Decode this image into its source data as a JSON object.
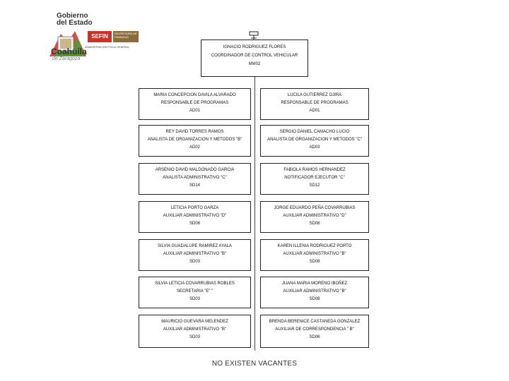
{
  "header": {
    "logo_lines": [
      "Gobierno",
      "del Estado"
    ],
    "sefin": "SEFIN",
    "sefin_sub": "SECRETARÍA DE FINANZAS",
    "admin_text": "ADMINISTRACIÓN FISCAL GENERAL",
    "state": "Coahuila",
    "state_sub": "de Zaragoza"
  },
  "root": {
    "name": "IGNACIO RODRIGUEZ FLORES",
    "title": "COORDINADOR DE CONTROL VEHICULAR",
    "code": "MM02"
  },
  "left_column": [
    {
      "name": "MARIA CONCEPCION DAVILA ALVARADO",
      "title": "RESPONSABLE DE PROGRAMAS",
      "code": "AD01"
    },
    {
      "name": "REY DAVID TORRES RAMOS",
      "title": "ANALISTA DE ORGANIZACION Y METODOS \"B\"",
      "code": "AD02"
    },
    {
      "name": "ARSENIO DAVID MALDONADO GARCIA",
      "title": "ANALISTA ADMINISTRATIVO \"C\"",
      "code": "SD14"
    },
    {
      "name": "LETICIA PORTO GARZA",
      "title": "AUXILIAR ADMINISTRATIVO \"D\"",
      "code": "SD08"
    },
    {
      "name": "SILVIA GUADALUPE RAMIREZ AYALA",
      "title": "AUXILIAR ADMINISTRATIVO \"B\"",
      "code": "SD03"
    },
    {
      "name": "SILVIA LETICIA COVARRUBIAS ROBLES",
      "title": "SECRETARIA \"E\" \"",
      "code": "SD03"
    },
    {
      "name": "MAURICIO GUEVARA MELENDEZ",
      "title": "AUXILIAR ADMINISTRATIVO \"B\"",
      "code": "SD03"
    }
  ],
  "right_column": [
    {
      "name": "LUCILA GUTIERREZ OJIRA",
      "title": "RESPONSABLE DE PROGRAMAS",
      "code": "AD01"
    },
    {
      "name": "SERGIO DANIEL CAMACHO LUCIO",
      "title": "ANALISTA DE ORGANIZACION Y METODOS \"C\"",
      "code": "AD03"
    },
    {
      "name": "FABIOLA RAMOS HERNANDEZ",
      "title": "NOTIFICADOR EJECUTOR \"C\"",
      "code": "SD12"
    },
    {
      "name": "JORGE EDUARDO PEÑA COVARRUBIAS",
      "title": "AUXILIAR ADMINISTRATIVO \"D\"",
      "code": "SD08"
    },
    {
      "name": "KAREN ILLENIA RODRIGUEZ PORTO",
      "title": "AUXILIAR ADMINISTRATIVO \"B\"",
      "code": "SD08"
    },
    {
      "name": "JUANA MARIA MORENO IBOÑEZ",
      "title": "AUXILIAR ADMINISTRATIVO \"B\"",
      "code": "SD08"
    },
    {
      "name": "BRENDA BERENICE CASTANEDA GONZALEZ",
      "title": "AUXILIAR DE CORRESPONDENCIA \" B\"",
      "code": "SD06"
    }
  ],
  "footer": "NO EXISTEN VACANTES"
}
